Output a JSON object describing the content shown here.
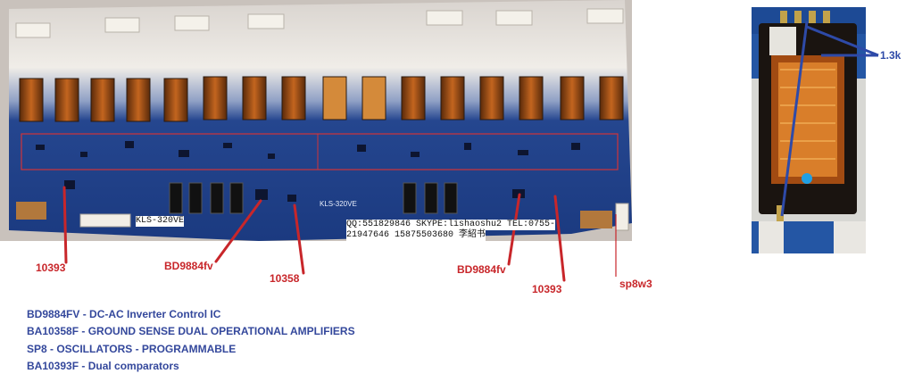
{
  "labels": {
    "model_left": "KLS-320VE",
    "board_silk": "KLS-320VE",
    "contact_line1": "QQ:551829846 SKYPE:lishaoshu2 TEL:0755-",
    "contact_line2": "21947646  15875503680  李紹书",
    "c_10393_left": "10393",
    "c_bd_left": "BD9884fv",
    "c_10358": "10358",
    "c_bd_right": "BD9884fv",
    "c_10393_right": "10393",
    "c_sp8w3": "sp8w3",
    "c_resistance": "1.3k"
  },
  "legend": [
    "BD9884FV - DC-AC Inverter Control IC",
    "BA10358F - GROUND SENSE DUAL OPERATIONAL AMPLIFIERS",
    "SP8 - OSCILLATORS - PROGRAMMABLE",
    "BA10393F - Dual comparators"
  ],
  "colors": {
    "callout_red": "#c8262a",
    "callout_blue": "#2e4aa8",
    "legend_blue": "#34489c",
    "pcb_blue": "#1f3f87",
    "transformer_copper": "#b8601c"
  }
}
